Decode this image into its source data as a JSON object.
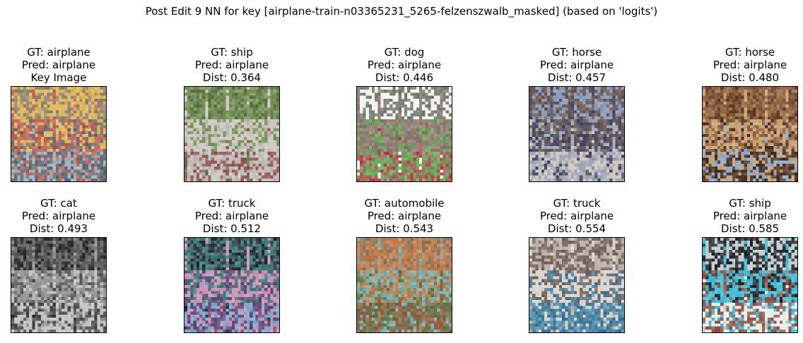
{
  "figure": {
    "title": "Post Edit 9 NN for key [airplane-train-n03365231_5265-felzenszwalb_masked] (based on 'logits')"
  },
  "panels": [
    {
      "gt": "GT: airplane",
      "pred": "Pred: airplane",
      "extra": "Key Image",
      "image": "harbor-boat-thumbnail",
      "colors": [
        "#8a7a63",
        "#d9b04a",
        "#b8584a",
        "#4f5f6a",
        "#9aa6b4"
      ]
    },
    {
      "gt": "GT: ship",
      "pred": "Pred: airplane",
      "extra": "Dist: 0.364",
      "image": "canal-boat-thumbnail",
      "colors": [
        "#4f6a33",
        "#6f8b4a",
        "#c8c4bf",
        "#b6b0aa",
        "#8c4a4a"
      ]
    },
    {
      "gt": "GT: dog",
      "pred": "Pred: airplane",
      "extra": "Dist: 0.446",
      "image": "dog-grass-thumbnail",
      "colors": [
        "#f2f2f0",
        "#6c7267",
        "#8d6b62",
        "#5aa044",
        "#b0303a"
      ]
    },
    {
      "gt": "GT: horse",
      "pred": "Pred: airplane",
      "extra": "Dist: 0.457",
      "image": "horse-street-thumbnail",
      "colors": [
        "#7f92b6",
        "#5d4a45",
        "#3d3b52",
        "#9aa0b0",
        "#c9c2b8"
      ]
    },
    {
      "gt": "GT: horse",
      "pred": "Pred: airplane",
      "extra": "Dist: 0.480",
      "image": "horse-window-thumbnail",
      "colors": [
        "#5a3218",
        "#8c5a30",
        "#c49a6a",
        "#3e2412",
        "#8aa2c0"
      ]
    },
    {
      "gt": "GT: cat",
      "pred": "Pred: airplane",
      "extra": "Dist: 0.493",
      "image": "grayscale-cat-thumbnail",
      "colors": [
        "#202020",
        "#505050",
        "#8a8a8a",
        "#bdbdbd",
        "#3a3a3a"
      ]
    },
    {
      "gt": "GT: truck",
      "pred": "Pred: airplane",
      "extra": "Dist: 0.512",
      "image": "people-truck-thumbnail",
      "colors": [
        "#16212e",
        "#2e6e68",
        "#c58ab0",
        "#5a3a6a",
        "#6f9fc8"
      ]
    },
    {
      "gt": "GT: automobile",
      "pred": "Pred: airplane",
      "extra": "Dist: 0.543",
      "image": "rusty-cars-thumbnail",
      "colors": [
        "#8a6a4a",
        "#c0703a",
        "#6fa6a0",
        "#556b3a",
        "#9a4a30"
      ]
    },
    {
      "gt": "GT: truck",
      "pred": "Pred: airplane",
      "extra": "Dist: 0.554",
      "image": "truck-fleet-thumbnail",
      "colors": [
        "#b8aaa0",
        "#6a5a52",
        "#d8d0c8",
        "#2f6a8a",
        "#4a90b0"
      ]
    },
    {
      "gt": "GT: ship",
      "pred": "Pred: airplane",
      "extra": "Dist: 0.585",
      "image": "boat-hull-thumbnail",
      "colors": [
        "#b8c8c8",
        "#1a1a22",
        "#2fb6d0",
        "#8a4a3a",
        "#e6ecea"
      ]
    }
  ]
}
